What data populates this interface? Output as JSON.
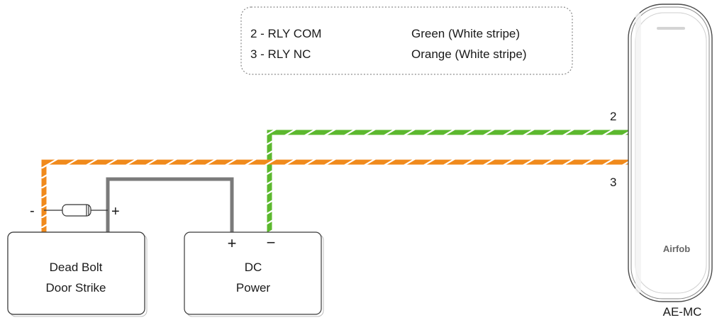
{
  "legend": {
    "rows": [
      {
        "pin": "2 - RLY COM",
        "color": "Green (White stripe)"
      },
      {
        "pin": "3 - RLY NC",
        "color": "Orange (White stripe)"
      }
    ]
  },
  "wires": {
    "green": {
      "hex": "#5cb82e",
      "pin_label": "2"
    },
    "orange": {
      "hex": "#f08a1c",
      "pin_label": "3"
    },
    "gray": {
      "hex": "#7a7a7a"
    }
  },
  "diode": {
    "minus": "-",
    "plus": "+"
  },
  "dead_bolt": {
    "line1": "Dead Bolt",
    "line2": "Door Strike"
  },
  "dc_power": {
    "plus": "+",
    "minus": "−",
    "line1": "DC",
    "line2": "Power"
  },
  "reader": {
    "brand": "Airfob",
    "model": "AE-MC"
  }
}
